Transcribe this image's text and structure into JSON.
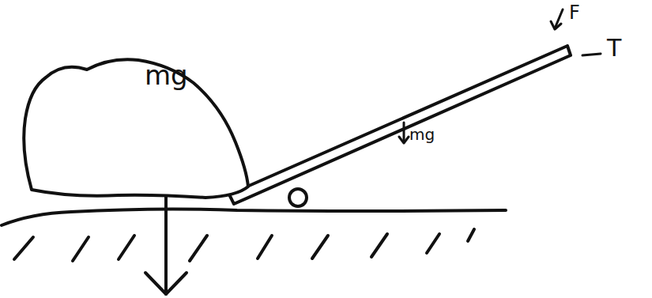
{
  "diagram": {
    "nodes": [
      {
        "text": [
          "mg"
        ]
      }
    ],
    "labels": [
      "mg",
      "F",
      "T"
    ]
  }
}
